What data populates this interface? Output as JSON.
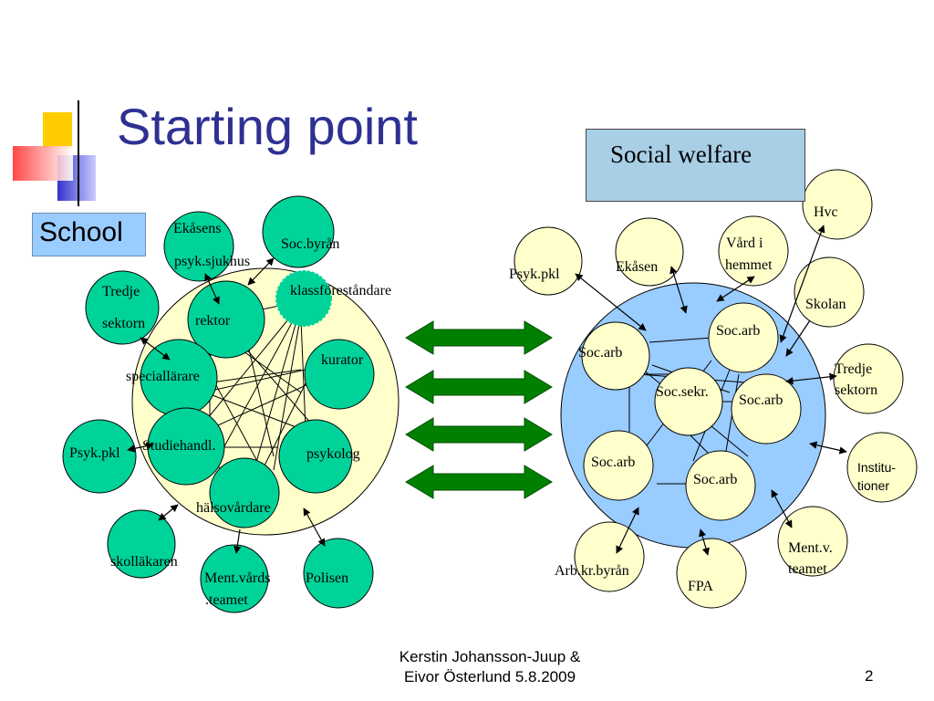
{
  "slide": {
    "title": "Starting point",
    "school_label": "School",
    "welfare_label": "Social welfare",
    "footer_line1": "Kerstin Johansson-Juup &",
    "footer_line2": "Eivor Österlund 5.8.2009",
    "page_number": "2"
  },
  "colors": {
    "title": "#2e3192",
    "node_fill": "#00d39a",
    "school_circle": "#ffffcc",
    "welfare_circle": "#99ccff",
    "pale_node": "#ffffcc",
    "arrow_fill": "#008000",
    "school_box": "#99ccff",
    "welfare_box": "#a9cfe6"
  },
  "school_nodes": [
    {
      "id": "ekasens",
      "label": "Ekåsens"
    },
    {
      "id": "socbyran",
      "label": "Soc.byrån"
    },
    {
      "id": "psyksjukhus",
      "label": "psyk.sjukhus"
    },
    {
      "id": "tredje",
      "label": "Tredje"
    },
    {
      "id": "sektorn",
      "label": "sektorn"
    },
    {
      "id": "klass",
      "label": "klassföreståndare"
    },
    {
      "id": "rektor",
      "label": "rektor"
    },
    {
      "id": "kurator",
      "label": "kurator"
    },
    {
      "id": "special",
      "label": "speciallärare"
    },
    {
      "id": "psykpkl",
      "label": "Psyk.pkl"
    },
    {
      "id": "studie",
      "label": "Studiehandl."
    },
    {
      "id": "psykolog",
      "label": "psykolog"
    },
    {
      "id": "halso",
      "label": "hälsovårdare"
    },
    {
      "id": "skollakaren",
      "label": "skolläkaren"
    },
    {
      "id": "mentvards",
      "label": "Ment.vårds"
    },
    {
      "id": "teamet",
      "label": ".teamet"
    },
    {
      "id": "polisen",
      "label": "Polisen"
    }
  ],
  "welfare_nodes": [
    {
      "id": "psykpkl",
      "label": "Psyk.pkl"
    },
    {
      "id": "ekasen",
      "label": "Ekåsen"
    },
    {
      "id": "vard1",
      "label": "Vård i"
    },
    {
      "id": "vard2",
      "label": "hemmet"
    },
    {
      "id": "hvc",
      "label": "Hvc"
    },
    {
      "id": "skolan",
      "label": "Skolan"
    },
    {
      "id": "socarb1",
      "label": "Soc.arb"
    },
    {
      "id": "socarb2",
      "label": "Soc.arb"
    },
    {
      "id": "socsekr",
      "label": "Soc.sekr."
    },
    {
      "id": "socarb3",
      "label": "Soc.arb"
    },
    {
      "id": "tredje1",
      "label": "Tredje"
    },
    {
      "id": "tredje2",
      "label": "sektorn"
    },
    {
      "id": "socarb4",
      "label": "Soc.arb"
    },
    {
      "id": "socarb5",
      "label": "Soc.arb"
    },
    {
      "id": "inst1",
      "label": "Institu-"
    },
    {
      "id": "inst2",
      "label": "tioner"
    },
    {
      "id": "ment1",
      "label": "Ment.v."
    },
    {
      "id": "ment2",
      "label": "teamet"
    },
    {
      "id": "arbkr",
      "label": "Arb.kr.byrån"
    },
    {
      "id": "fpa",
      "label": "FPA"
    }
  ]
}
